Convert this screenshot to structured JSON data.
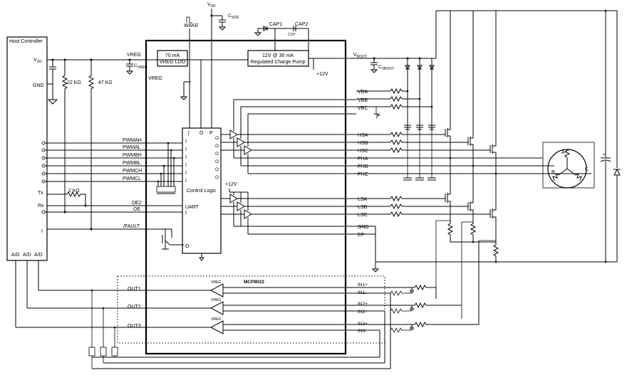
{
  "host": {
    "title": "Host Controller",
    "vdd": "V",
    "vdd_sub": "DD",
    "gnd": "GND",
    "ad": [
      "A/D",
      "A/D",
      "A/D"
    ]
  },
  "signals": [
    "PWMAH",
    "PWMAL",
    "PWMBH",
    "PWMBL",
    "PWMCH",
    "PWMCL",
    "DE2",
    "OE",
    "/FAULT"
  ],
  "host_pins": [
    "Tx",
    "Rx",
    "I"
  ],
  "resistors": {
    "r22k": "22 KΩ",
    "r47k": "47 KΩ",
    "r2k": "2 KΩ"
  },
  "top": {
    "vdd": "V",
    "vdd_sub": "DD",
    "cvdd": "C",
    "cvdd_sub": "VDD",
    "wake": "WAKE",
    "cap1": "CAP1",
    "cap2": "CAP2",
    "ccp": "CCP",
    "vreg": "VREG",
    "cvreg": "C",
    "cvreg_sub": "VREG",
    "vreg_inside": "VREG",
    "ldo_line1": "70 mA",
    "ldo_line2": "VREG LDO",
    "cp_line1": "12V @ 30 mA",
    "cp_line2": "Regulated Charge Pump",
    "vboot": "V",
    "vboot_sub": "BOOT",
    "cvboot": "C",
    "cvboot_sub": "VBOOT",
    "plus12": "+12V"
  },
  "logic": {
    "label": "Control Logic",
    "uart": "UART",
    "plus12": "+12V",
    "io_i": "I",
    "io_o": "O",
    "io_p": "P"
  },
  "right_pins": [
    "VBA",
    "VBB",
    "VBC",
    "HSA",
    "HSB",
    "HSC",
    "PHA",
    "PHB",
    "PHC",
    "LSA",
    "LSB",
    "LSC",
    "GND",
    "EP"
  ],
  "chip_name": "MCP8022",
  "opamps": {
    "outs": [
      "OUT1",
      "OUT2",
      "OUT3"
    ],
    "vreg": "VREG",
    "ins": [
      "IN1+",
      "IN1-",
      "IN2+",
      "IN2-",
      "IN3+",
      "IN3-"
    ]
  },
  "motor": {
    "a": "A",
    "b": "B",
    "c": "C"
  },
  "bulk": {
    "plus": "+"
  }
}
